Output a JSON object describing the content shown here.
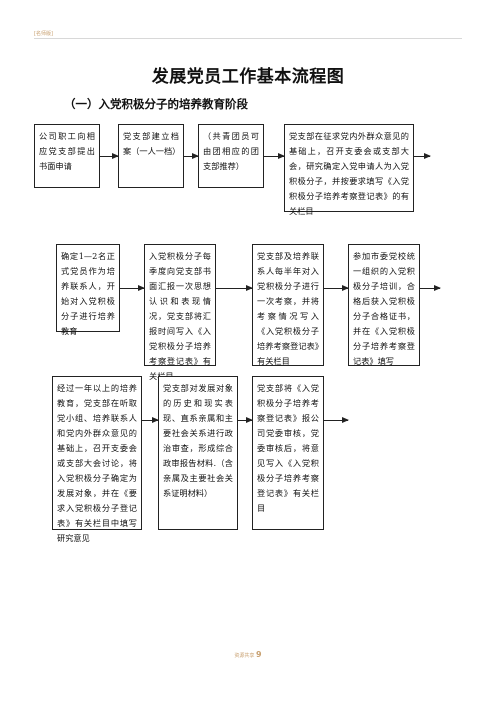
{
  "header": {
    "text": "[名师版]"
  },
  "title": "发展党员工作基本流程图",
  "subtitle": "（一）入党积极分子的培养教育阶段",
  "rows": [
    [
      "公司职工向相应党支部提出书面申请",
      "党支部建立档案（一人一档）",
      "（共青团员可由团相应的团支部推荐）",
      "党支部在征求党内外群众意见的基础上，召开支委会或支部大会，研究确定入党申请人为入党积极分子，并按要求填写《入党积极分子培养考察登记表》的有关栏目"
    ],
    [
      "确定1—2名正式党员作为培养联系人，开始对入党积极分子进行培养教育",
      "入党积极分子每季度向党支部书面汇报一次思想认识和表现情况，党支部将汇报时间写入《入党积极分子培养考察登记表》有关栏目",
      "党支部及培养联系人每半年对入党积极分子进行一次考察，并将考察情况写入《入党积极分子培养考察登记表》有关栏目",
      "参加市委党校统一组织的入党积极分子培训，合格后获入党积极分子合格证书，并在《入党积极分子培养考察登记表》填写"
    ],
    [
      "经过一年以上的培养教育，党支部在听取党小组、培养联系人和党内外群众意见的基础上，召开支委会或支部大会讨论，将入党积极分子确定为发展对象，并在《要求入党积极分子登记表》有关栏目中填写研究意见",
      "党支部对发展对象的历史和现实表现、直系亲属和主要社会关系进行政治审查，形成综合政审报告材料.（含亲属及主要社会关系证明材料）",
      "党支部将《入党积极分子培养考察登记表》报公司党委审核，党委审核后，将意见写入《入党积极分子培养考察登记表》有关栏目"
    ]
  ],
  "footer": {
    "prefix": "资源共享",
    "page": "9"
  }
}
